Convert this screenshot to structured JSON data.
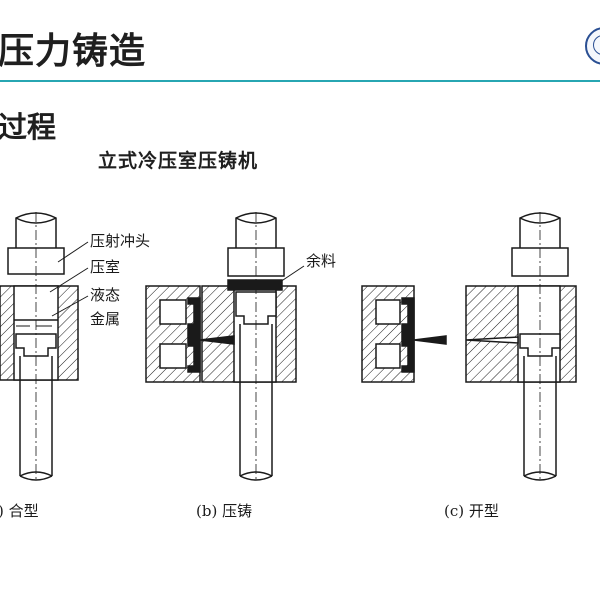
{
  "header": {
    "title": "压力铸造",
    "section": "过程"
  },
  "diagram": {
    "title": "立式冷压室压铸机",
    "labels": {
      "plunger": "压射冲头",
      "chamber": "压室",
      "liquid_1": "液态",
      "liquid_2": "金属",
      "biscuit": "余料"
    },
    "captions": {
      "a": ") 合型",
      "b": "(b) 压铸",
      "c": "(c) 开型"
    }
  },
  "colors": {
    "accent_rule": "#27a6b2",
    "ink": "#1a1a1a",
    "logo": "#2a4f93"
  }
}
